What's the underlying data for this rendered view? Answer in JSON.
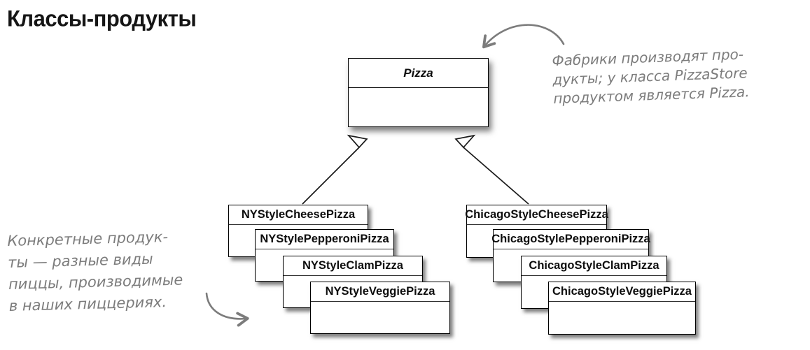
{
  "page": {
    "title": "Классы-продукты"
  },
  "diagram": {
    "parent_class": "Pizza",
    "ny_products": [
      "NYStyleCheesePizza",
      "NYStylePepperoniPizza",
      "NYStyleClamPizza",
      "NYStyleVeggiePizza"
    ],
    "chicago_products": [
      "ChicagoStyleCheesePizza",
      "ChicagoStylePepperoniPizza",
      "ChicagoStyleClamPizza",
      "ChicagoStyleVeggiePizza"
    ],
    "relationship": "generalization"
  },
  "annotations": {
    "factory_note_lines": [
      "Фабрики производят про-",
      "дукты; у класса PizzaStore",
      "продуктом является Pizza."
    ],
    "products_note_lines": [
      "Конкретные продук-",
      "ты — разные виды",
      "пиццы, производимые",
      "в наших пиццериях."
    ]
  },
  "colors": {
    "background": "#ffffff",
    "box_border": "#000000",
    "class_text": "#0d0d0d",
    "annotation_gray": "#7c7c7c"
  }
}
